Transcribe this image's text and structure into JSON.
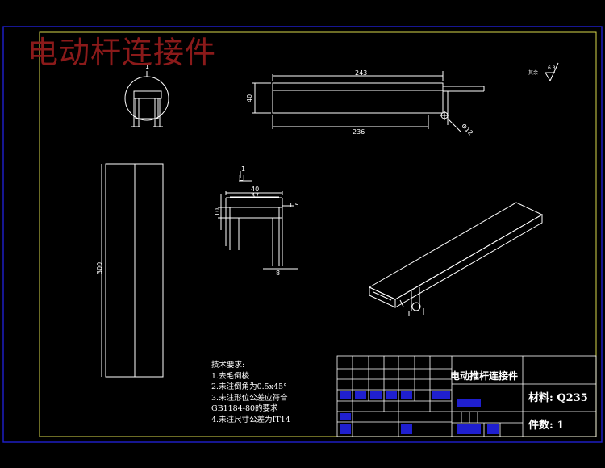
{
  "drawing": {
    "title": "电动杆连接件",
    "colors": {
      "background": "#000000",
      "frame": "#1f1fcf",
      "inner_frame": "#d8d84a",
      "lines": "#ffffff",
      "title": "#8b1a1a"
    }
  },
  "views": {
    "section_label": "1",
    "section_mark": "1",
    "section_mark_sub": "|_|",
    "dims": {
      "len_243": "243",
      "len_236": "236",
      "width_40": "40",
      "dia_12": "Φ12",
      "len_300": "300",
      "d_40": "40",
      "d_37": "37",
      "d_15": "1.5",
      "d_10": "10",
      "d_8": "8"
    },
    "roughness": {
      "label": "其余",
      "value": "6.3"
    }
  },
  "tech_requirements": {
    "heading": "技术要求:",
    "items": [
      "1.去毛倒棱",
      "2.未注倒角为0.5x45°",
      "3.未注形位公差应符合",
      "GB1184-80的要求",
      "4.未注尺寸公差为IT14"
    ]
  },
  "title_block": {
    "part_name": "电动推杆连接件",
    "material_label": "材料:",
    "material": "Q235",
    "quantity_label": "件数:",
    "quantity": "1"
  }
}
